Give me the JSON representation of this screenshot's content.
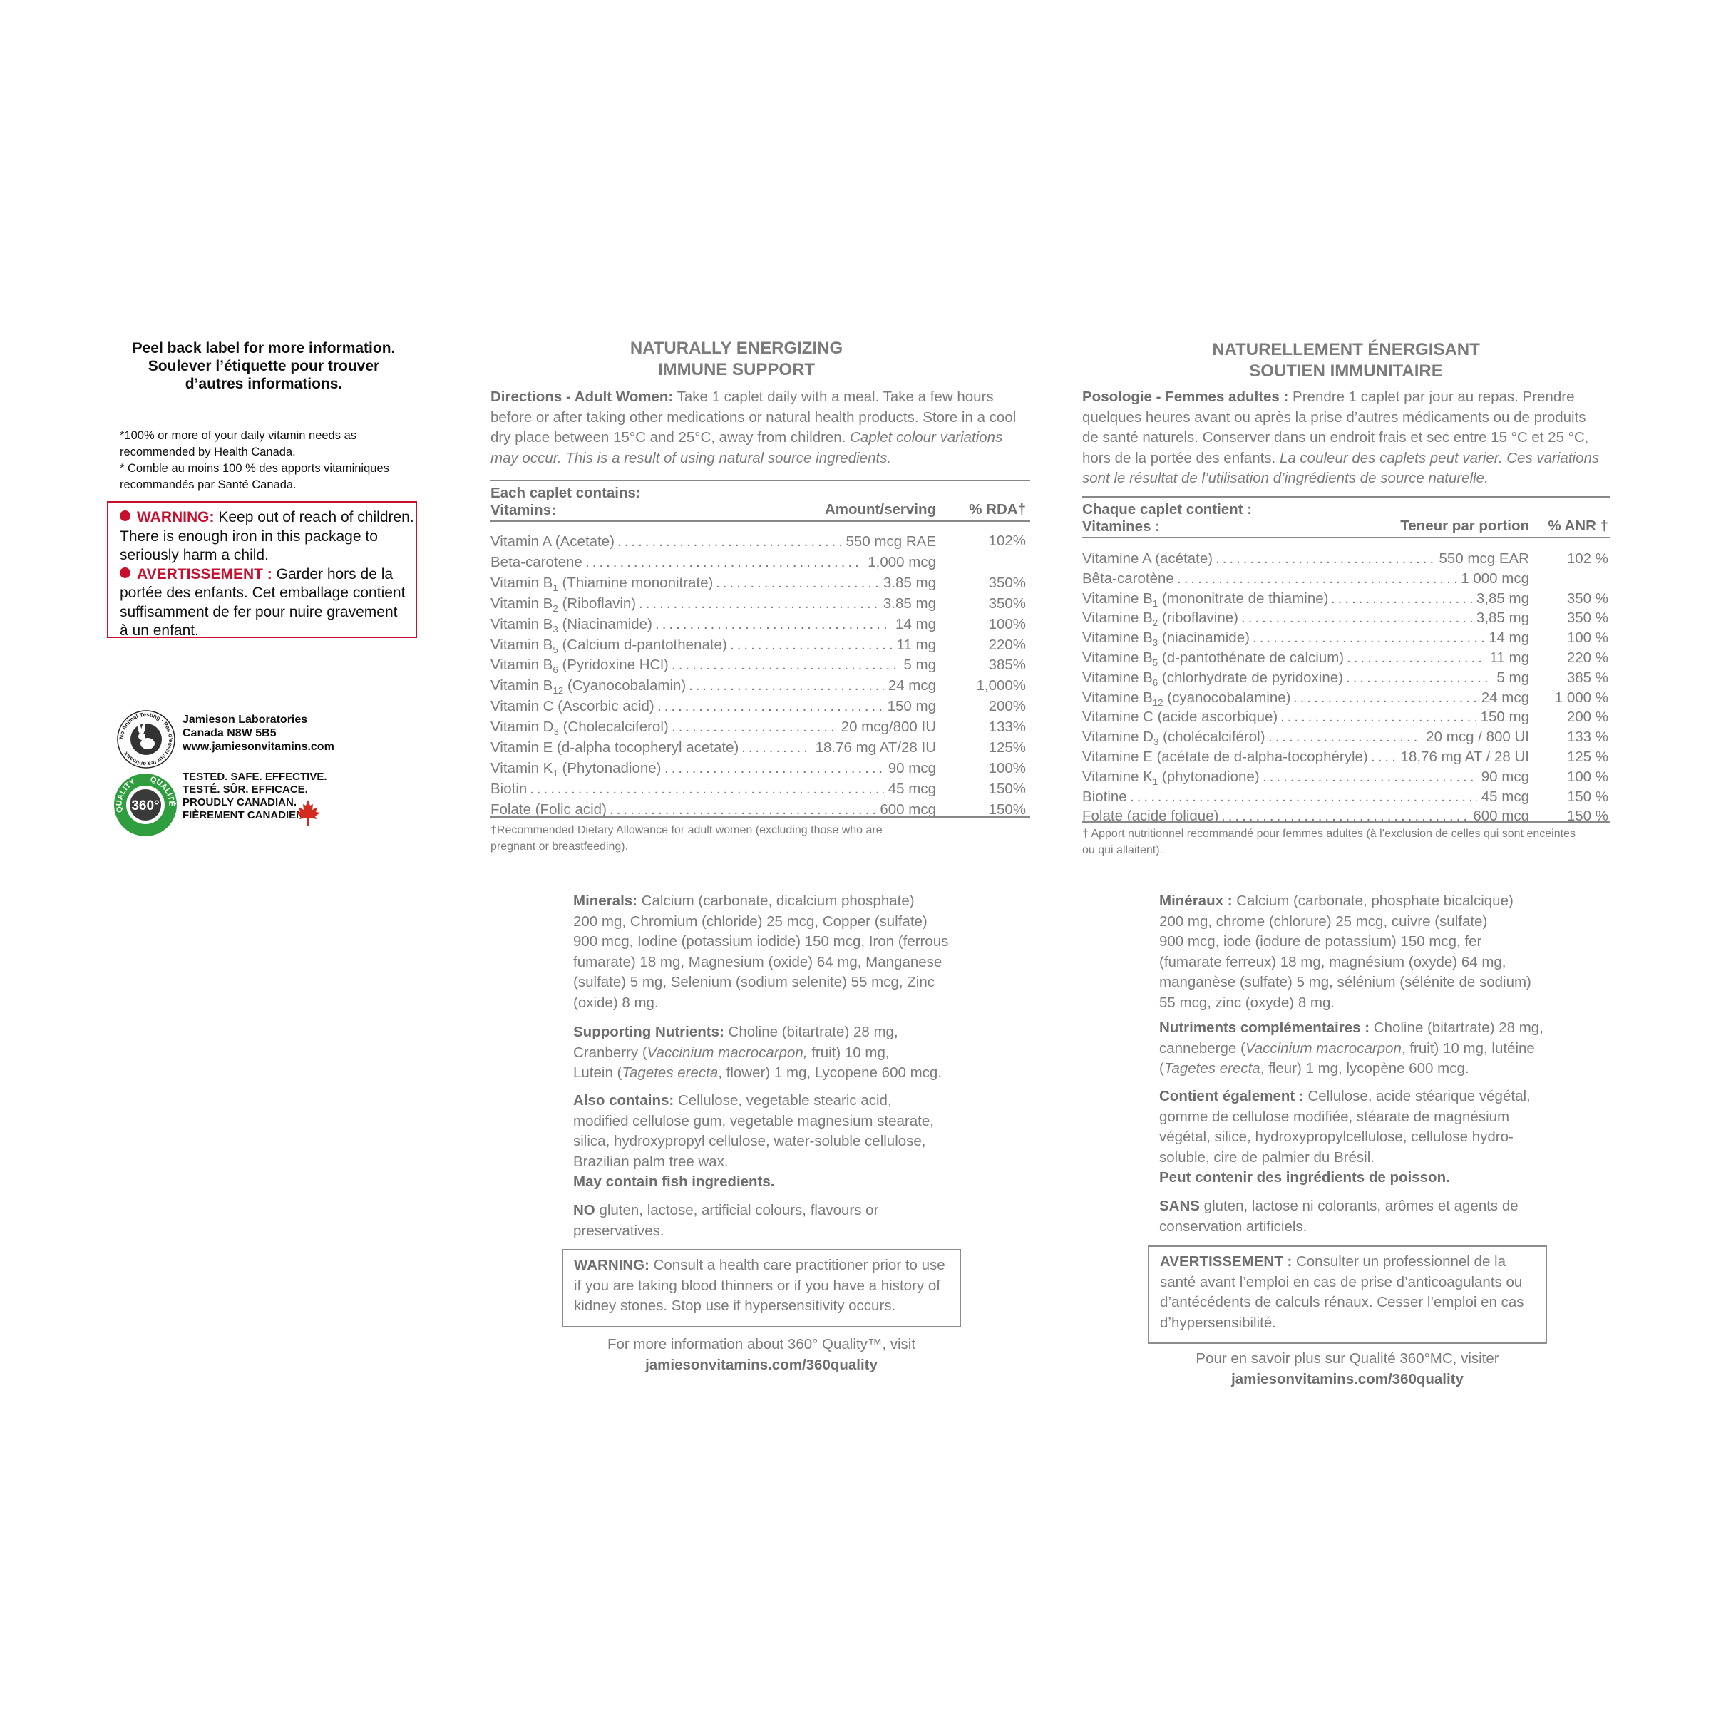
{
  "left_panel": {
    "peel": [
      "Peel back label for more information.",
      "Soulever l’étiquette pour trouver",
      "d’autres informations."
    ],
    "footnote": [
      "*100% or more of your daily vitamin needs as",
      "recommended by Health Canada.",
      "* Comble au moins 100 % des apports vitaminiques",
      "recommandés par Santé Canada."
    ],
    "warning_label": "WARNING:",
    "warning_lines": [
      " Keep out of reach of children.",
      "There is enough iron in this package to",
      "seriously harm a child."
    ],
    "avert_label": "AVERTISSEMENT :",
    "avert_lines": [
      " Garder hors de la",
      "portée des enfants. Cet emballage contient",
      "suffisamment de fer pour nuire gravement",
      "à un enfant."
    ],
    "seal_text": "No Animal Testing · Pas d’essai sur les animaux",
    "company": [
      "Jamieson Laboratories",
      "Canada  N8W 5B5",
      "www.jamiesonvitamins.com"
    ],
    "quality_badge": {
      "number": "360°",
      "word": "QUALITY",
      "word_fr": "QUALITÉ"
    },
    "tested": [
      "TESTED. SAFE. EFFECTIVE.",
      "TESTÉ. SÛR. EFFICACE.",
      "PROUDLY CANADIAN.",
      "FIÈREMENT CANADIEN."
    ],
    "colors": {
      "warning_red": "#c8102e",
      "badge_green": "#2e9e3e",
      "maple_red": "#d52b1e"
    }
  },
  "en": {
    "title": [
      "NATURALLY ENERGIZING",
      "IMMUNE SUPPORT"
    ],
    "directions_label": "Directions - Adult Women:",
    "directions_lines": [
      " Take 1 caplet daily with a meal. Take a few hours",
      "before or after taking other medications or natural health products. Store in a cool",
      "dry place between 15°C and 25°C, away from children. "
    ],
    "directions_italic": [
      "Caplet colour variations",
      "may occur. This is a result of using natural source ingredients."
    ],
    "table_header1": "Each caplet contains:",
    "table_header2": "Vitamins:",
    "col_amount": "Amount/serving",
    "col_pct": "% RDA†",
    "rows": [
      {
        "name": "Vitamin A (Acetate)",
        "amount": "550 mcg RAE",
        "pct": ""
      },
      {
        "name": "Beta-carotene",
        "amount": "1,000 mcg",
        "pct": ""
      },
      {
        "name": "Vitamin B1 (Thiamine mononitrate) ",
        "amount": "3.85 mg",
        "pct": "350%"
      },
      {
        "name": "Vitamin B2 (Riboflavin)",
        "amount": "3.85 mg",
        "pct": "350%"
      },
      {
        "name": "Vitamin B3 (Niacinamide)",
        "amount": "14 mg",
        "pct": "100%"
      },
      {
        "name": "Vitamin B5 (Calcium d-pantothenate)",
        "amount": "11 mg",
        "pct": "220%"
      },
      {
        "name": "Vitamin B6 (Pyridoxine HCl)",
        "amount": "5 mg",
        "pct": "385%"
      },
      {
        "name": "Vitamin B12 (Cyanocobalamin) ",
        "amount": "24 mcg",
        "pct": "1,000%"
      },
      {
        "name": "Vitamin C (Ascorbic acid) ",
        "amount": "150 mg",
        "pct": "200%"
      },
      {
        "name": "Vitamin D3 (Cholecalciferol)",
        "amount": "20 mcg/800 IU",
        "pct": "133%"
      },
      {
        "name": "Vitamin E (d-alpha tocopheryl acetate)",
        "amount": "18.76 mg AT/28 IU",
        "pct": "125%"
      },
      {
        "name": "Vitamin K1 (Phytonadione)",
        "amount": "90 mcg",
        "pct": "100%"
      },
      {
        "name": "Biotin",
        "amount": "45 mcg",
        "pct": "150%"
      },
      {
        "name": "Folate (Folic acid)",
        "amount": "600 mcg",
        "pct": "150%"
      }
    ],
    "vitA_pct": "102%",
    "table_note": [
      "†Recommended Dietary Allowance for adult women (excluding those who are",
      "pregnant or breastfeeding)."
    ],
    "minerals_label": "Minerals:",
    "minerals_lines": [
      " Calcium (carbonate, dicalcium phosphate)",
      "200 mg, Chromium (chloride) 25 mcg, Copper (sulfate)",
      "900 mcg, Iodine (potassium iodide) 150 mcg, Iron (ferrous",
      "fumarate) 18 mg, Magnesium (oxide) 64 mg, Manganese",
      "(sulfate) 5 mg, Selenium (sodium selenite) 55 mcg, Zinc",
      "(oxide) 8 mg."
    ],
    "supporting_label": "Supporting Nutrients:",
    "supporting_l1": " Choline (bitartrate) 28 mg,",
    "supporting_l2a": "Cranberry (",
    "supporting_l2i": "Vaccinium macrocarpon,",
    "supporting_l2b": " fruit) 10 mg,",
    "supporting_l3a": "Lutein (",
    "supporting_l3i": "Tagetes erecta",
    "supporting_l3b": ", flower) 1 mg, Lycopene 600 mcg.",
    "also_label": "Also contains:",
    "also_lines": [
      " Cellulose, vegetable stearic acid,",
      "modified cellulose gum, vegetable magnesium stearate,",
      "silica, hydroxypropyl cellulose, water-soluble cellulose,",
      "Brazilian palm tree wax."
    ],
    "fish": "May contain fish ingredients.",
    "no_label": "NO",
    "no_lines": [
      " gluten, lactose, artificial colours, flavours or",
      "preservatives."
    ],
    "warn2_label": "WARNING:",
    "warn2_lines": [
      " Consult a health care practitioner prior to use",
      "if you are taking blood thinners or if you have a history of",
      "kidney stones. Stop use if hypersensitivity occurs."
    ],
    "more_info": "For more information about 360° Quality™, visit",
    "url": "jamiesonvitamins.com/360quality"
  },
  "fr": {
    "title": [
      "NATURELLEMENT ÉNERGISANT",
      "SOUTIEN IMMUNITAIRE"
    ],
    "directions_label": "Posologie - Femmes adultes :",
    "directions_lines": [
      " Prendre 1 caplet par jour au repas. Prendre",
      "quelques heures avant ou après la prise d’autres médicaments ou de produits",
      "de santé naturels. Conserver dans un endroit frais et sec entre 15 °C et 25 °C,",
      "hors de la portée des enfants. "
    ],
    "directions_italic": [
      "La couleur des caplets peut varier. Ces variations",
      "sont le résultat de l’utilisation d’ingrédients de source naturelle."
    ],
    "table_header1": "Chaque caplet contient :",
    "table_header2": "Vitamines :",
    "col_amount": "Teneur par portion",
    "col_pct": "% ANR †",
    "rows": [
      {
        "name": "Vitamine A (acétate)",
        "amount": "550 mcg EAR",
        "pct": ""
      },
      {
        "name": "Bêta-carotène",
        "amount": "1 000 mcg",
        "pct": ""
      },
      {
        "name": "Vitamine B1 (mononitrate de thiamine) ",
        "amount": "3,85 mg",
        "pct": "350 %"
      },
      {
        "name": "Vitamine B2 (riboflavine) ",
        "amount": "3,85 mg",
        "pct": "350 %"
      },
      {
        "name": "Vitamine B3 (niacinamide)",
        "amount": "14 mg",
        "pct": "100 %"
      },
      {
        "name": "Vitamine B5 (d-pantothénate de calcium)",
        "amount": "11 mg",
        "pct": "220 %"
      },
      {
        "name": "Vitamine B6 (chlorhydrate de pyridoxine)",
        "amount": "5 mg",
        "pct": "385 %"
      },
      {
        "name": "Vitamine B12 (cyanocobalamine)",
        "amount": "24 mcg",
        "pct": "1 000 %"
      },
      {
        "name": "Vitamine C (acide ascorbique) ",
        "amount": "150 mg",
        "pct": "200 %"
      },
      {
        "name": "Vitamine D3 (cholécalciférol)",
        "amount": "20 mcg / 800 UI",
        "pct": "133 %"
      },
      {
        "name": "Vitamine E (acétate de d-alpha-tocophéryle)",
        "amount": "18,76 mg AT / 28 UI",
        "pct": "125 %"
      },
      {
        "name": "Vitamine K1 (phytonadione)",
        "amount": "90 mcg",
        "pct": "100 %"
      },
      {
        "name": "Biotine",
        "amount": "45 mcg",
        "pct": "150 %"
      },
      {
        "name": "Folate (acide folique) ",
        "amount": "600 mcg",
        "pct": "150 %"
      }
    ],
    "vitA_pct": "102 %",
    "table_note": [
      "† Apport nutritionnel recommandé pour femmes adultes (à l’exclusion de celles qui sont enceintes",
      "ou qui allaitent)."
    ],
    "minerals_label": "Minéraux :",
    "minerals_lines": [
      " Calcium (carbonate, phosphate bicalcique)",
      "200 mg, chrome (chlorure) 25 mcg, cuivre (sulfate)",
      "900 mcg, iode (iodure de potassium) 150 mcg, fer",
      "(fumarate ferreux) 18 mg, magnésium (oxyde) 64 mg,",
      "manganèse (sulfate) 5 mg, sélénium (sélénite de sodium)",
      "55 mcg, zinc (oxyde) 8 mg."
    ],
    "supporting_label": "Nutriments complémentaires :",
    "supporting_l1": " Choline (bitartrate) 28 mg,",
    "supporting_l2a": "canneberge (",
    "supporting_l2i": "Vaccinium macrocarpon",
    "supporting_l2b": ", fruit) 10 mg, lutéine",
    "supporting_l3a": "(",
    "supporting_l3i": "Tagetes erecta",
    "supporting_l3b": ", fleur) 1 mg, lycopène 600 mcg.",
    "also_label": "Contient également :",
    "also_lines": [
      " Cellulose, acide stéarique végétal,",
      "gomme de cellulose modifiée, stéarate de magnésium",
      "végétal, silice, hydroxypropylcellulose, cellulose hydro-",
      "soluble, cire de palmier du Brésil."
    ],
    "fish": "Peut contenir des ingrédients de poisson.",
    "no_label": "SANS",
    "no_lines": [
      " gluten, lactose ni colorants, arômes et agents de",
      "conservation artificiels."
    ],
    "warn2_label": "AVERTISSEMENT :",
    "warn2_lines": [
      " Consulter un professionnel de la",
      "santé avant l’emploi en cas de prise d’anticoagulants ou",
      "d’antécédents de calculs rénaux. Cesser l’emploi en cas",
      "d’hypersensibilité."
    ],
    "more_info": "Pour en savoir plus sur Qualité 360°MC, visiter",
    "url": "jamiesonvitamins.com/360quality"
  }
}
